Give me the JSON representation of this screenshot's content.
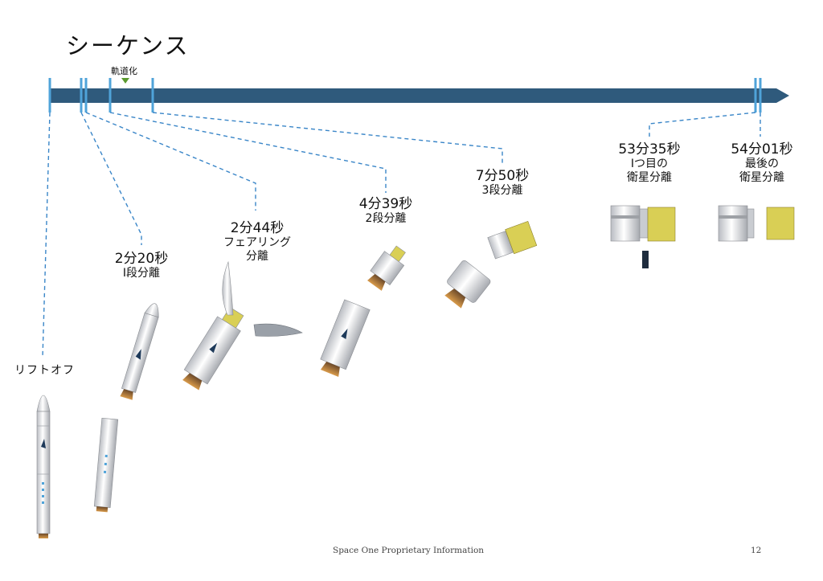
{
  "title": "シーケンス",
  "timeline": {
    "orbit_label": "軌道化"
  },
  "events": [
    {
      "id": "liftoff",
      "label": "リフトオフ"
    },
    {
      "id": "stage1",
      "time": "2分20秒",
      "desc": [
        "I段分離"
      ]
    },
    {
      "id": "fairing",
      "time": "2分44秒",
      "desc": [
        "フェアリング",
        "分離"
      ]
    },
    {
      "id": "stage2",
      "time": "4分39秒",
      "desc": [
        "2段分離"
      ]
    },
    {
      "id": "stage3",
      "time": "7分50秒",
      "desc": [
        "3段分離"
      ]
    },
    {
      "id": "sat1",
      "time": "53分35秒",
      "desc": [
        "Iつ目の",
        "衛星分離"
      ]
    },
    {
      "id": "sat2",
      "time": "54分01秒",
      "desc": [
        "最後の",
        "衛星分離"
      ]
    }
  ],
  "colors": {
    "timeline_bar": "#2f5a7c",
    "marker": "#4fa3d9",
    "dashed": "#3a86c8",
    "orbit_marker": "#5a9a2e",
    "satellite_panel": "#d9cf55"
  },
  "footer": {
    "text": "Space One Proprietary Information",
    "page": "12"
  }
}
